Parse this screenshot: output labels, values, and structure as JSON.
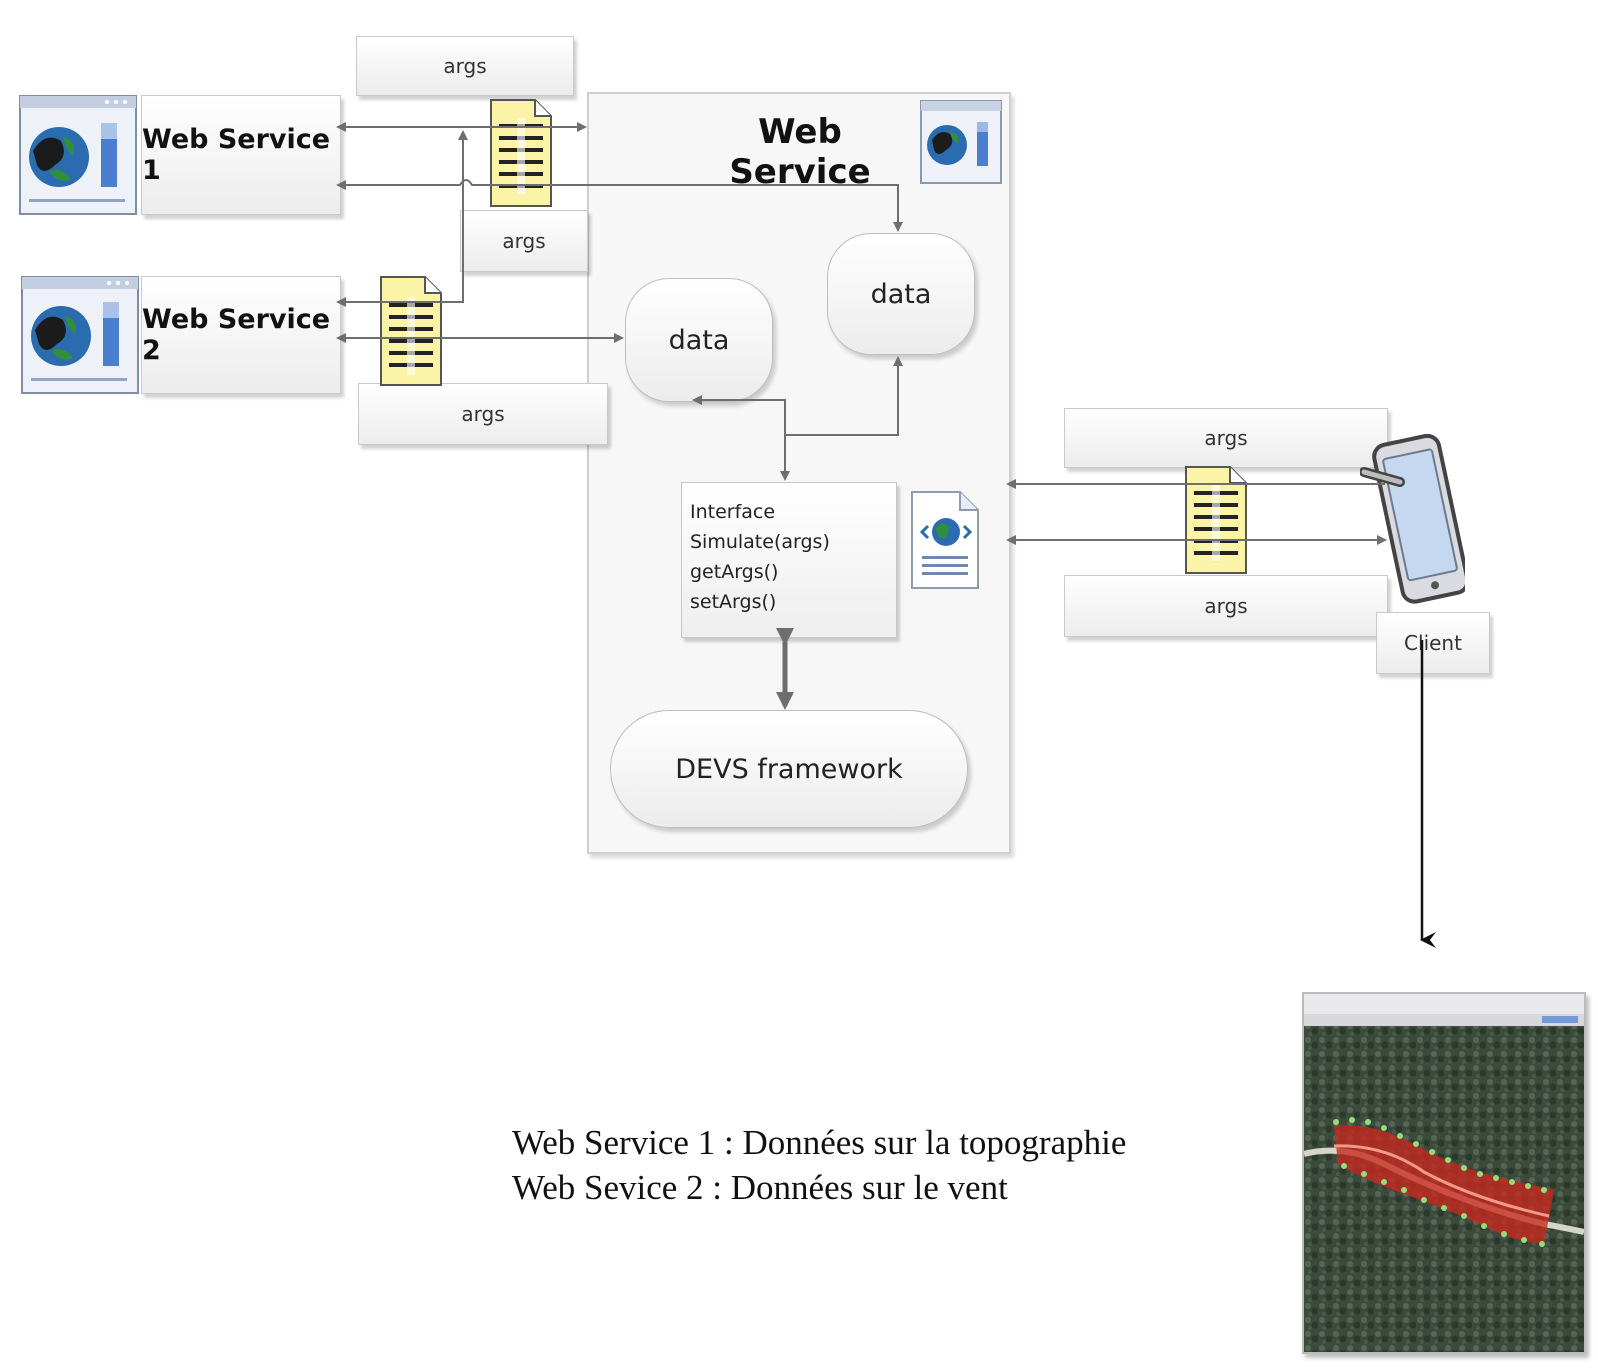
{
  "web_service_1": {
    "label": "Web Service 1",
    "args_top": "args",
    "args_bottom": "args"
  },
  "web_service_2": {
    "label": "Web Service 2",
    "args": "args"
  },
  "web_service": {
    "title": "Web Service",
    "data_left": "data",
    "data_right": "data",
    "interface": {
      "lines": [
        "Interface",
        "Simulate(args)",
        "getArgs()",
        "setArgs()"
      ]
    },
    "framework": "DEVS framework"
  },
  "client": {
    "label": "Client",
    "args_top": "args",
    "args_bottom": "args"
  },
  "legend": {
    "line1": "Web Service 1 : Données sur la topographie",
    "line2": "Web Sevice 2 : Données sur le vent"
  },
  "colors": {
    "arrow": "#6e6e6e",
    "map_red": "#c8281e",
    "globe_blue": "#2b6cb0",
    "globe_green": "#2f8f3a",
    "doc_yellow": "#fbf3a6"
  }
}
